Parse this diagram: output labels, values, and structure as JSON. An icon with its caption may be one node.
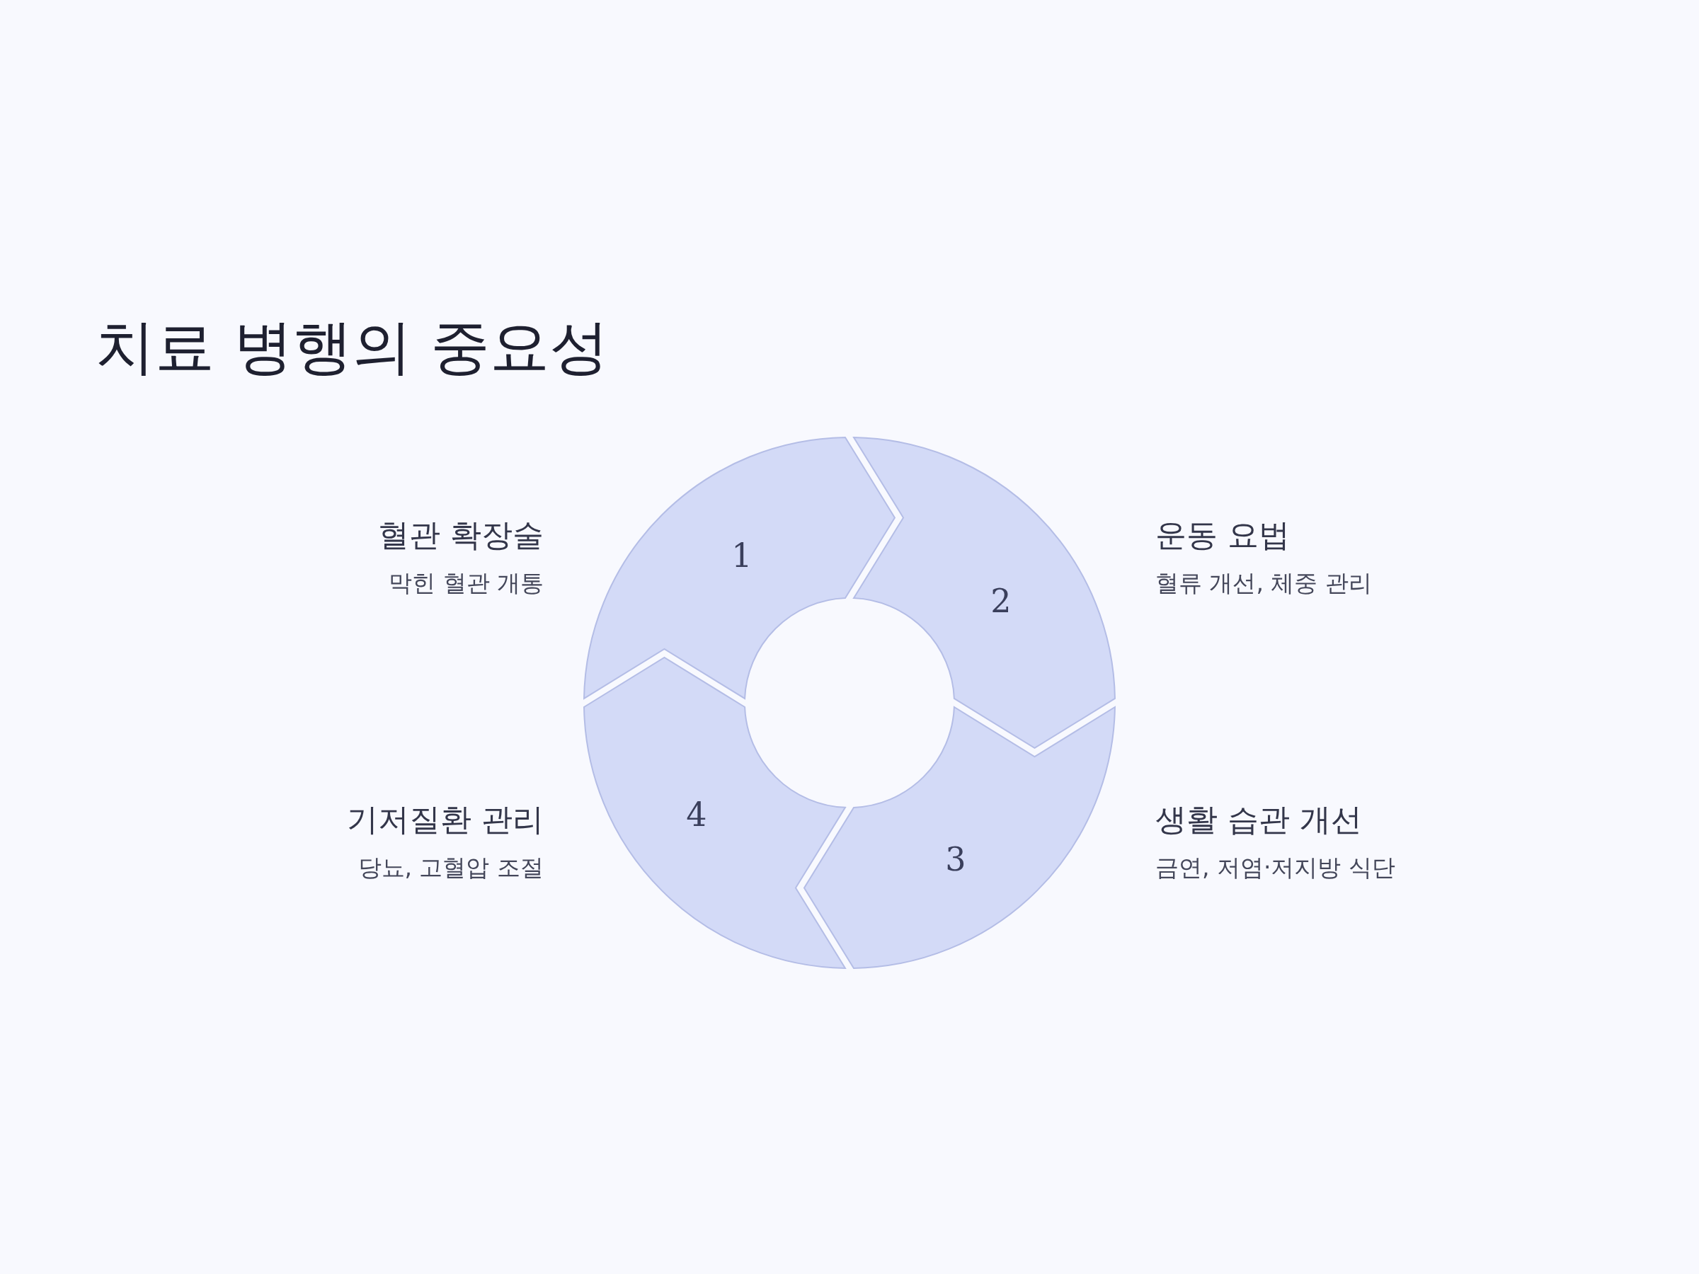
{
  "diagram": {
    "title": "치료 병행의 중요성",
    "nodes": [
      {
        "text": [
          "1"
        ],
        "beside": [
          "혈관 확장술",
          "막힌 혈관 개통"
        ]
      },
      {
        "text": [
          "2"
        ],
        "beside": [
          "운동 요법",
          "혈류 개선, 체중 관리"
        ]
      },
      {
        "text": [
          "3"
        ],
        "beside": [
          "생활 습관 개선",
          "금연, 저염·저지방 식단"
        ]
      },
      {
        "text": [
          "4"
        ],
        "beside": [
          "기저질환 관리",
          "당뇨, 고혈압 조절"
        ]
      }
    ]
  }
}
